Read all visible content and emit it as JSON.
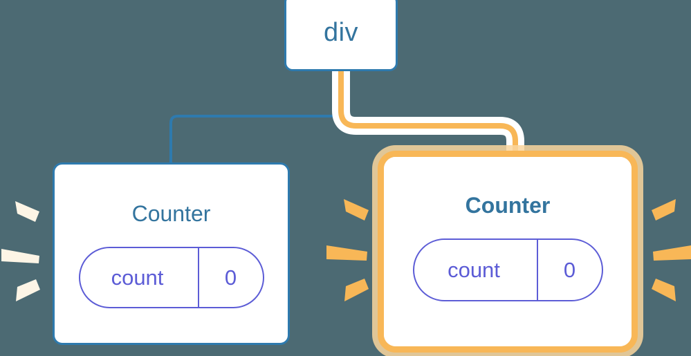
{
  "diagram": {
    "title": "component-tree-rerender-diagram",
    "background_color": "#4c6a73",
    "nodes": {
      "root": {
        "label": "div",
        "border_color": "#2e7aae",
        "text_color": "#33749e"
      },
      "counter_left": {
        "title": "Counter",
        "state_key": "count",
        "state_value": "0",
        "border_color": "#2e7aae",
        "title_color": "#33749e",
        "pill_color": "#5c5cd6",
        "highlighted": "false",
        "spark_color": "#fdf5e6"
      },
      "counter_right": {
        "title": "Counter",
        "state_key": "count",
        "state_value": "0",
        "border_color": "#f8b757",
        "glow_color": "#fad69d",
        "title_color": "#33749e",
        "pill_color": "#5c5cd6",
        "highlighted": "true",
        "spark_color": "#f8b757"
      }
    },
    "edges": {
      "left_edge_color": "#2e7aae",
      "right_edge_color": "#f8b757",
      "right_edge_halo_color": "#ffffff"
    }
  },
  "chart_data": {
    "type": "diagram",
    "title": "React component tree re-render highlight",
    "nodes": [
      {
        "id": "div",
        "label": "div",
        "parent": null,
        "highlighted": false
      },
      {
        "id": "counter-left",
        "label": "Counter",
        "parent": "div",
        "state": {
          "count": "0"
        },
        "highlighted": false
      },
      {
        "id": "counter-right",
        "label": "Counter",
        "parent": "div",
        "state": {
          "count": "0"
        },
        "highlighted": true
      }
    ],
    "edges": [
      {
        "from": "div",
        "to": "counter-left",
        "color": "#2e7aae"
      },
      {
        "from": "div",
        "to": "counter-right",
        "color": "#f8b757"
      }
    ]
  }
}
